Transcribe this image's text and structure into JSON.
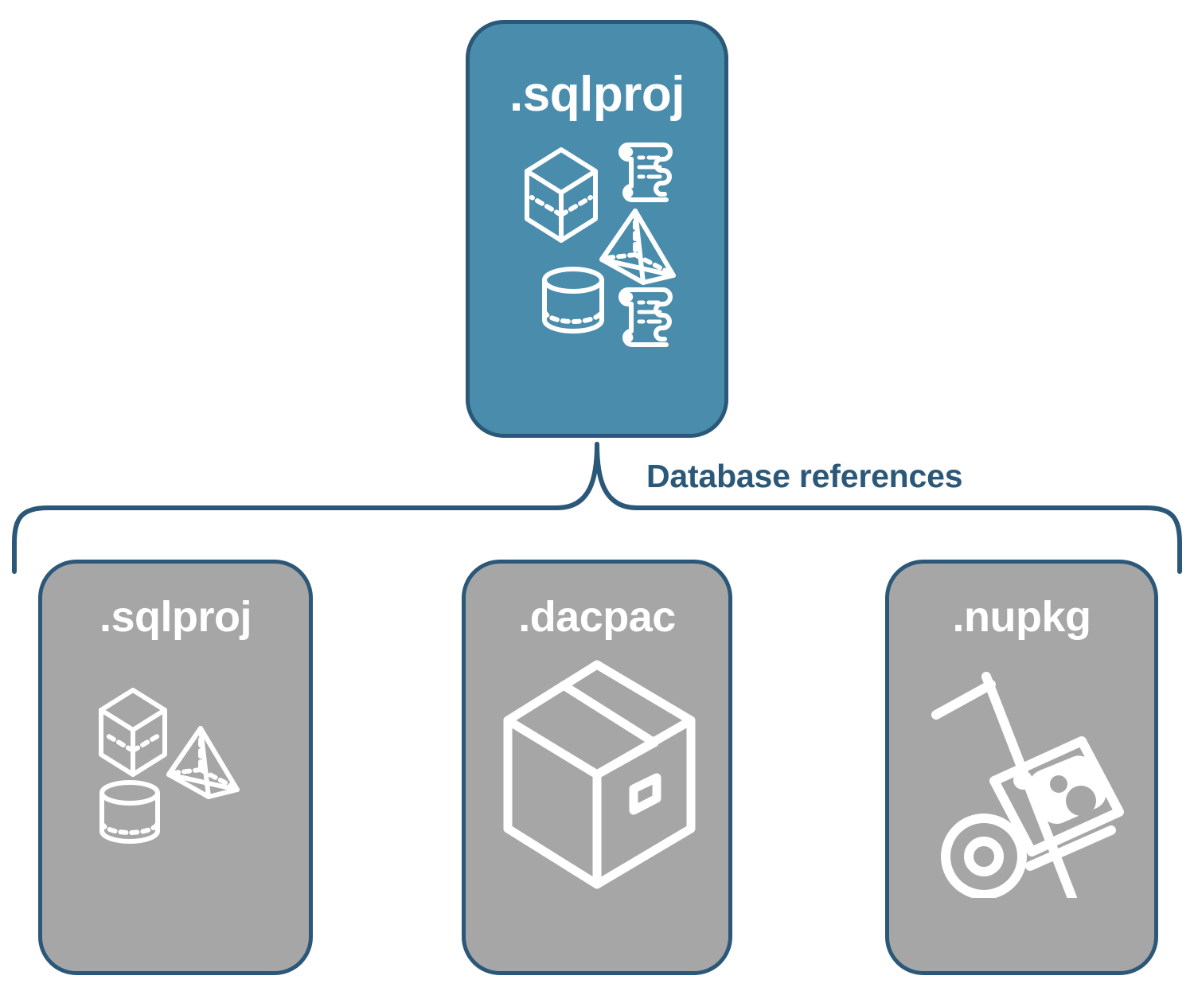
{
  "diagram": {
    "title_text": "Database references",
    "colors": {
      "accent_blue": "#4A8CAB",
      "outline_navy": "#2b5878",
      "node_gray": "#A6A6A6",
      "icon_white": "#ffffff",
      "background": "#ffffff"
    }
  },
  "root_node": {
    "label": ".sqlproj",
    "fill": "#4A8CAB",
    "icons": [
      "cube-icon",
      "scroll-icon",
      "pyramid-icon",
      "cylinder-icon",
      "scroll-icon"
    ]
  },
  "connector": {
    "label": "Database references",
    "style": "curly-brace",
    "color": "#2b5878"
  },
  "child_nodes": [
    {
      "label": ".sqlproj",
      "fill": "#A6A6A6",
      "icons": [
        "cube-icon",
        "pyramid-icon",
        "cylinder-icon"
      ]
    },
    {
      "label": ".dacpac",
      "fill": "#A6A6A6",
      "icons": [
        "package-box-icon"
      ]
    },
    {
      "label": ".nupkg",
      "fill": "#A6A6A6",
      "icons": [
        "hand-truck-icon"
      ]
    }
  ]
}
